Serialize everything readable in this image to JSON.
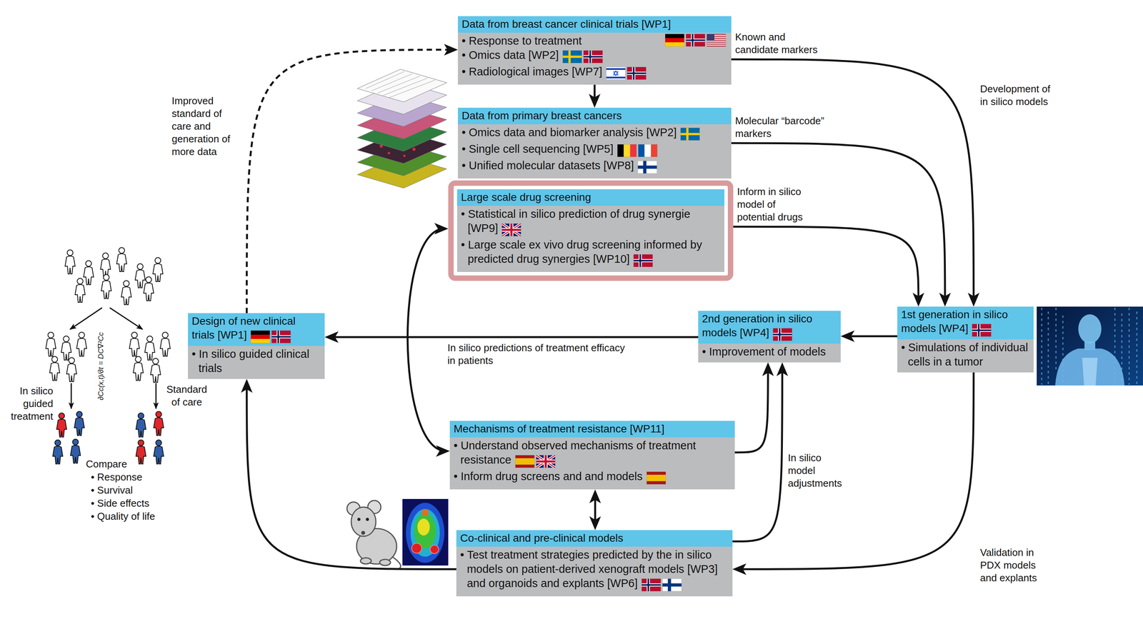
{
  "diagram": {
    "nodes": [
      {
        "text": [
          "Data from breast cancer clinical trials [WP1]",
          "• Response to treatment",
          "• Omics data [WP2]",
          "• Radiological images [WP7]"
        ]
      },
      {
        "text": [
          "Data from primary breast cancers",
          "• Omics data and biomarker analysis [WP2]",
          "• Single cell sequencing [WP5]",
          "• Unified molecular datasets [WP8]"
        ]
      },
      {
        "text": [
          "Large scale drug screening",
          "• Statistical in silico prediction of drug synergie [WP9]",
          "• Large scale ex vivo drug screening informed by predicted drug synergies [WP10]"
        ]
      },
      {
        "text": [
          "Design of new clinical trials [WP1]",
          "• In silico guided clinical trials"
        ]
      },
      {
        "text": [
          "2nd generation in silico models [WP4]",
          "• Improvement of models"
        ]
      },
      {
        "text": [
          "1st generation in silico models [WP4]",
          "• Simulations of individual cells in a tumor"
        ]
      },
      {
        "text": [
          "Mechanisms of treatment resistance [WP11]",
          "• Understand observed mechanisms of treatment resistance",
          "• Inform drug screens and and models"
        ]
      },
      {
        "text": [
          "Co-clinical and pre-clinical models",
          "• Test treatment strategies predicted by the in silico models on patient-derived xenograft models [WP3] and organoids and explants [WP6]"
        ]
      }
    ],
    "edges": [
      {
        "from": 0,
        "to": 1,
        "arrow": "to"
      },
      {
        "from": 0,
        "to": 5,
        "label": "Known and candidate markers",
        "arrow": "to"
      },
      {
        "from": 1,
        "to": 5,
        "label": "Molecular “barcode” markers",
        "arrow": "to"
      },
      {
        "from": 2,
        "to": 5,
        "label": "Inform in silico model of potential drugs",
        "arrow": "to"
      },
      {
        "from": 5,
        "to": 4,
        "arrow": "to"
      },
      {
        "from": 4,
        "to": 3,
        "label": "In silico predictions of treatment efficacy in patients",
        "arrow": "to"
      },
      {
        "from": 3,
        "to": 0,
        "label": "Improved standard of care and generation of more data",
        "arrow": "to"
      },
      {
        "from": 2,
        "to": 6,
        "arrow": "both"
      },
      {
        "from": 6,
        "to": 7,
        "arrow": "both"
      },
      {
        "from": 6,
        "to": 4,
        "arrow": "to"
      },
      {
        "from": 7,
        "to": 4,
        "label": "In silico model adjustments",
        "arrow": "to"
      },
      {
        "from": 5,
        "to": 7,
        "label": "Validation in PDX models and explants",
        "arrow": "to"
      },
      {
        "from": 7,
        "to": 3,
        "arrow": "to"
      }
    ],
    "labels": [
      "Development of in silico models",
      "In silico guided treatment",
      "Standard of care",
      "∂Cc(x,t)/∂t = DC∇²Cc",
      "Compare",
      "• Response",
      "• Survival",
      "• Side effects",
      "• Quality of life"
    ]
  }
}
